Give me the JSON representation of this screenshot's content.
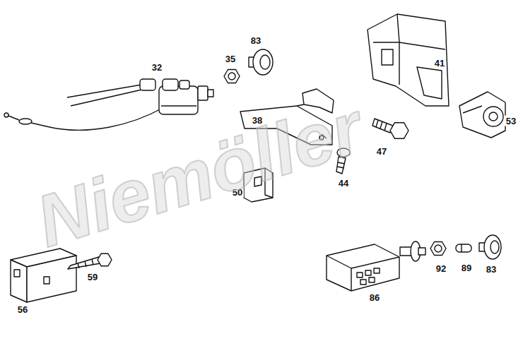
{
  "diagram": {
    "labels": [
      "32",
      "35",
      "83",
      "41",
      "38",
      "53",
      "47",
      "44",
      "50",
      "59",
      "56",
      "92",
      "89",
      "83",
      "86",
      "Niemöller"
    ]
  }
}
